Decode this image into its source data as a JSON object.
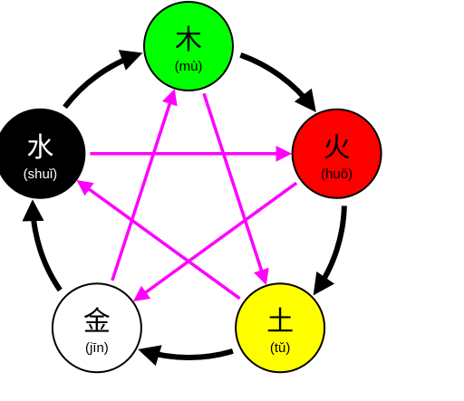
{
  "elements": [
    {
      "id": "wood",
      "char": "木",
      "pinyin": "(mù)",
      "fill": "#00ff00",
      "text_color": "#000000"
    },
    {
      "id": "fire",
      "char": "火",
      "pinyin": "(huǒ)",
      "fill": "#ff0000",
      "text_color": "#000000"
    },
    {
      "id": "earth",
      "char": "土",
      "pinyin": "(tǔ)",
      "fill": "#ffff00",
      "text_color": "#000000"
    },
    {
      "id": "metal",
      "char": "金",
      "pinyin": "(jīn)",
      "fill": "#ffffff",
      "text_color": "#000000"
    },
    {
      "id": "water",
      "char": "水",
      "pinyin": "(shuǐ)",
      "fill": "#000000",
      "text_color": "#ffffff"
    }
  ],
  "generating_cycle": [
    "wood",
    "fire",
    "earth",
    "metal",
    "water"
  ],
  "overcoming_cycle": [
    [
      "wood",
      "earth"
    ],
    [
      "earth",
      "water"
    ],
    [
      "water",
      "fire"
    ],
    [
      "fire",
      "metal"
    ],
    [
      "metal",
      "wood"
    ]
  ],
  "colors": {
    "generating_arrow": "#000000",
    "overcoming_arrow": "#ff00ff",
    "circle_stroke": "#000000"
  }
}
